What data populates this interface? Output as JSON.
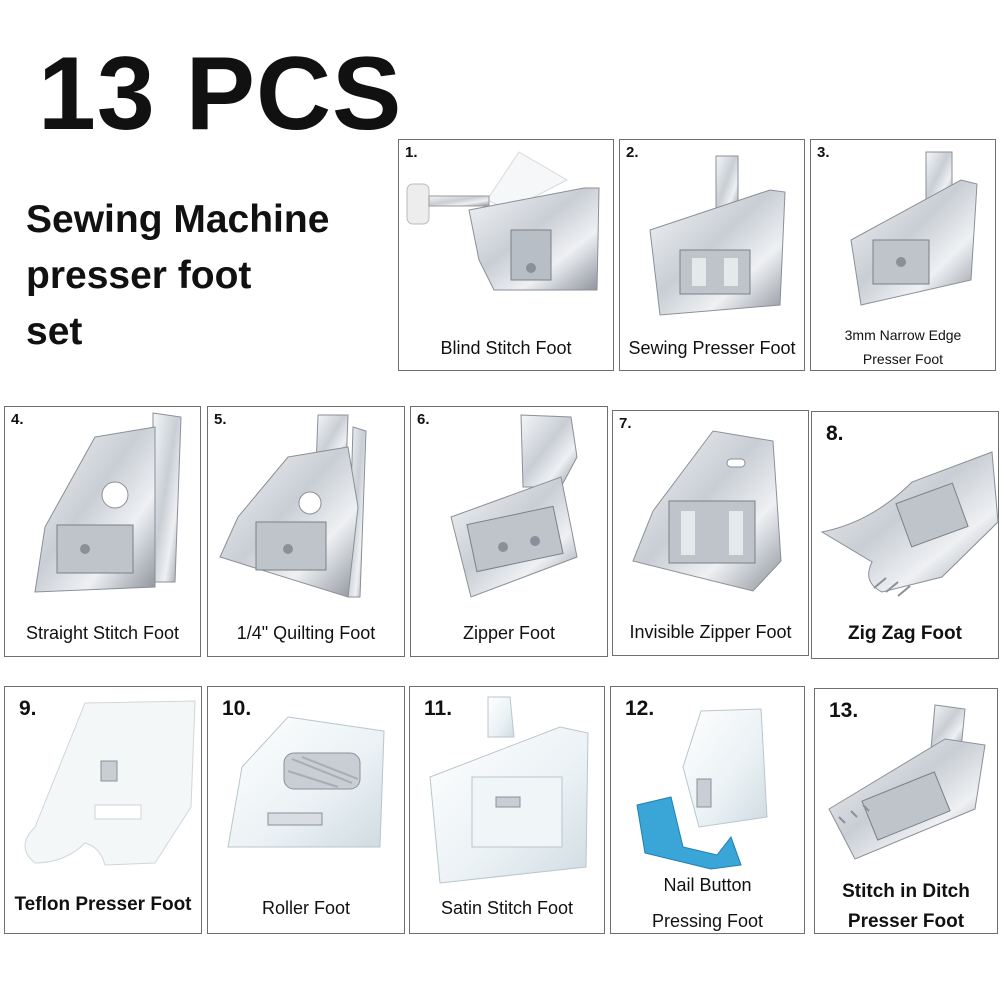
{
  "heading": {
    "title": "13 PCS",
    "subtitle_lines": [
      "Sewing Machine",
      "presser foot",
      "set"
    ]
  },
  "items": [
    {
      "number": "1.",
      "label": "Blind Stitch Foot",
      "icon": "blind-stitch-foot-icon"
    },
    {
      "number": "2.",
      "label": "Sewing Presser Foot",
      "icon": "sewing-presser-foot-icon"
    },
    {
      "number": "3.",
      "label_lines": [
        "3mm Narrow Edge",
        "Presser Foot"
      ],
      "icon": "narrow-edge-foot-icon"
    },
    {
      "number": "4.",
      "label": "Straight Stitch Foot",
      "icon": "straight-stitch-foot-icon"
    },
    {
      "number": "5.",
      "label": "1/4\" Quilting Foot",
      "icon": "quilting-foot-icon"
    },
    {
      "number": "6.",
      "label": "Zipper Foot",
      "icon": "zipper-foot-icon"
    },
    {
      "number": "7.",
      "label": "Invisible Zipper Foot",
      "icon": "invisible-zipper-foot-icon"
    },
    {
      "number": "8.",
      "label": "Zig Zag Foot",
      "icon": "zig-zag-foot-icon"
    },
    {
      "number": "9.",
      "label": "Teflon Presser Foot",
      "icon": "teflon-presser-foot-icon"
    },
    {
      "number": "10.",
      "label": "Roller Foot",
      "icon": "roller-foot-icon"
    },
    {
      "number": "11.",
      "label": "Satin Stitch Foot",
      "icon": "satin-stitch-foot-icon"
    },
    {
      "number": "12.",
      "label_lines": [
        "Nail Button",
        "Pressing Foot"
      ],
      "icon": "nail-button-foot-icon"
    },
    {
      "number": "13.",
      "label_lines": [
        "Stitch in Ditch",
        "Presser Foot"
      ],
      "icon": "stitch-in-ditch-foot-icon"
    }
  ],
  "colors": {
    "metal": "#cfd3d8",
    "metal_dark": "#8a9099",
    "clear": "#eef4f6",
    "blue": "#3aa6d8",
    "border": "#6f6f6f"
  }
}
